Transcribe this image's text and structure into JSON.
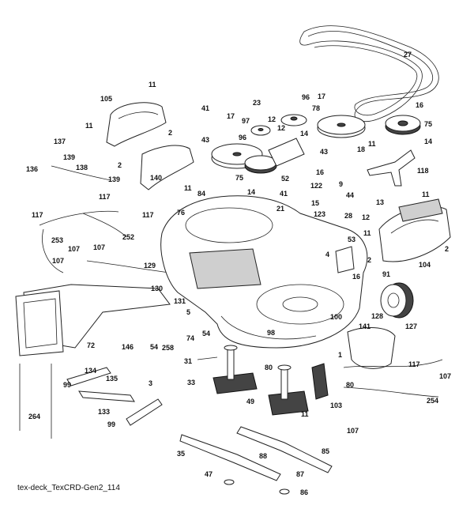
{
  "caption": "tex-deck_TexCRD-Gen2_114",
  "callouts": [
    "27",
    "11",
    "105",
    "2",
    "11",
    "137",
    "136",
    "139",
    "138",
    "2",
    "139",
    "140",
    "117",
    "117",
    "117",
    "253",
    "107",
    "252",
    "107",
    "107",
    "129",
    "72",
    "130",
    "131",
    "5",
    "54",
    "258",
    "74",
    "54",
    "146",
    "134",
    "135",
    "133",
    "3",
    "99",
    "99",
    "264",
    "41",
    "17",
    "23",
    "96",
    "78",
    "17",
    "16",
    "75",
    "12",
    "97",
    "96",
    "12",
    "14",
    "43",
    "43",
    "18",
    "11",
    "14",
    "118",
    "75",
    "14",
    "52",
    "16",
    "122",
    "9",
    "44",
    "41",
    "21",
    "15",
    "123",
    "12",
    "28",
    "84",
    "76",
    "11",
    "13",
    "11",
    "53",
    "11",
    "4",
    "2",
    "2",
    "104",
    "16",
    "91",
    "100",
    "128",
    "127",
    "141",
    "98",
    "1",
    "31",
    "80",
    "33",
    "49",
    "80",
    "11",
    "103",
    "117",
    "107",
    "254",
    "107",
    "35",
    "88",
    "85",
    "47",
    "87",
    "86"
  ]
}
